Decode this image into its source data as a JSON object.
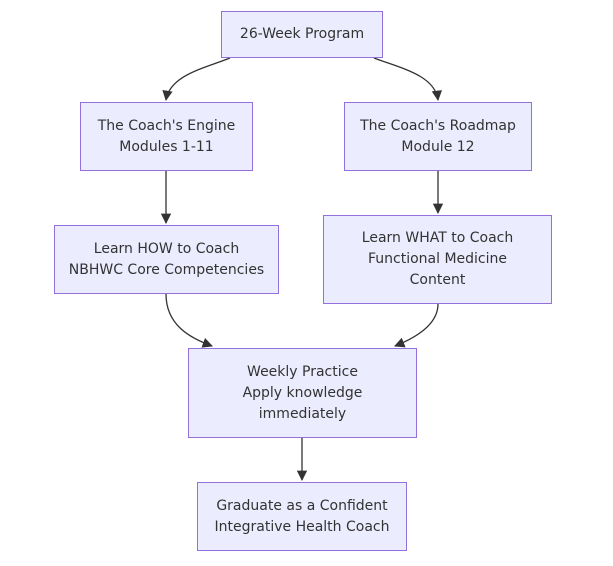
{
  "diagram": {
    "nodes": {
      "program": {
        "lines": [
          "26-Week Program"
        ]
      },
      "engine": {
        "lines": [
          "The Coach's Engine",
          "Modules 1-11"
        ]
      },
      "roadmap": {
        "lines": [
          "The Coach's Roadmap",
          "Module 12"
        ]
      },
      "how": {
        "lines": [
          "Learn HOW to Coach",
          "NBHWC Core Competencies"
        ]
      },
      "what": {
        "lines": [
          "Learn WHAT to Coach",
          "Functional Medicine",
          "Content"
        ]
      },
      "practice": {
        "lines": [
          "Weekly Practice",
          "Apply knowledge",
          "immediately"
        ]
      },
      "graduate": {
        "lines": [
          "Graduate as a Confident",
          "Integrative Health Coach"
        ]
      }
    },
    "edges": [
      {
        "from": "program",
        "to": "engine"
      },
      {
        "from": "program",
        "to": "roadmap"
      },
      {
        "from": "engine",
        "to": "how"
      },
      {
        "from": "roadmap",
        "to": "what"
      },
      {
        "from": "how",
        "to": "practice"
      },
      {
        "from": "what",
        "to": "practice"
      },
      {
        "from": "practice",
        "to": "graduate"
      }
    ],
    "colors": {
      "node_fill": "#ececff",
      "node_border": "#9370db",
      "edge": "#333333",
      "text": "#333333"
    }
  }
}
